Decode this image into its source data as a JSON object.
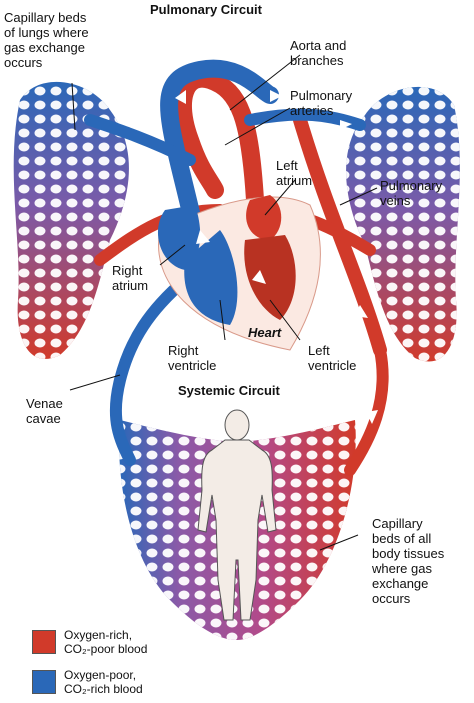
{
  "colors": {
    "oxygen_rich": "#d13a2a",
    "oxygen_poor": "#2a68b8",
    "mixed": "#8a5aa8",
    "skin": "#f3ece6"
  },
  "headings": {
    "pulmonary": "Pulmonary Circuit",
    "systemic": "Systemic Circuit"
  },
  "labels": {
    "lung_capillaries": [
      "Capillary beds",
      "of lungs where",
      "gas exchange",
      "occurs"
    ],
    "aorta": [
      "Aorta and",
      "branches"
    ],
    "pulmonary_arteries": [
      "Pulmonary",
      "arteries"
    ],
    "left_atrium": [
      "Left",
      "atrium"
    ],
    "pulmonary_veins": [
      "Pulmonary",
      "veins"
    ],
    "right_atrium": [
      "Right",
      "atrium"
    ],
    "heart": "Heart",
    "right_ventricle": [
      "Right",
      "ventricle"
    ],
    "left_ventricle": [
      "Left",
      "ventricle"
    ],
    "venae_cavae": [
      "Venae",
      "cavae"
    ],
    "body_capillaries": [
      "Capillary",
      "beds of all",
      "body tissues",
      "where gas",
      "exchange",
      "occurs"
    ]
  },
  "legend": {
    "rich_lines": [
      "Oxygen-rich,",
      "CO₂-poor blood"
    ],
    "poor_lines": [
      "Oxygen-poor,",
      "CO₂-rich blood"
    ]
  }
}
